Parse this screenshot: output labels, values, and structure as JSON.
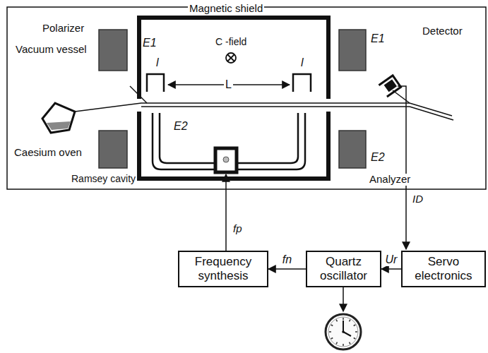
{
  "diagram": {
    "nodes": [
      {
        "text": [
          "Frequency synthesis"
        ]
      },
      {
        "text": [
          "Quartz oscillator"
        ]
      },
      {
        "text": [
          "Servo electronics"
        ]
      }
    ],
    "edges": [
      {
        "from": 2,
        "to": 1,
        "arrow": "to",
        "label": "Ur"
      },
      {
        "from": 1,
        "to": 0,
        "arrow": "to",
        "label": "fn"
      }
    ],
    "labels": [
      "Vacuum vessel",
      "Polarizer",
      "Magnetic shield",
      "C -field",
      "Detector",
      "E1",
      "l",
      "l",
      "E1",
      "L",
      "E2",
      "E2",
      "Caesium oven",
      "Ramsey cavity",
      "Analyzer",
      "ID",
      "fp"
    ]
  }
}
